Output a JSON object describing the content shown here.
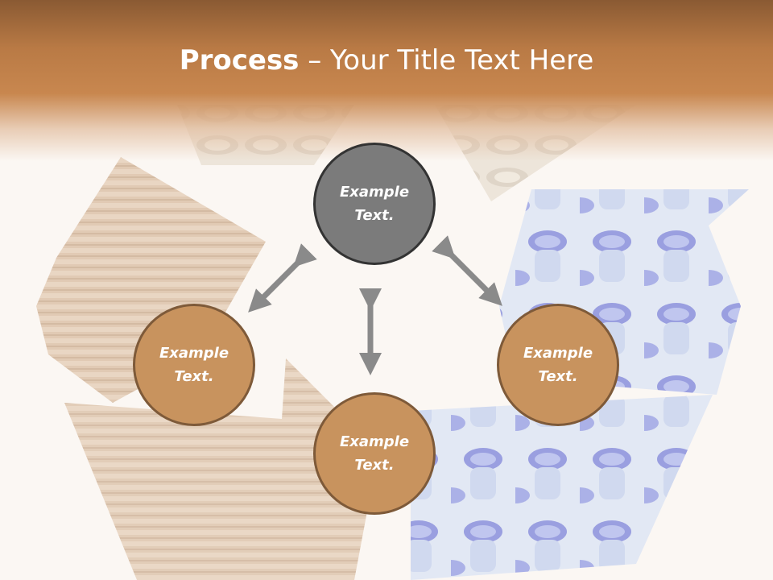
{
  "slide": {
    "title_bold": "Process",
    "title_rest": " – Your Title Text Here"
  },
  "nodes": [
    {
      "id": "top",
      "line1": "Example",
      "line2": "Text.",
      "color": "#7b7b7b"
    },
    {
      "id": "left",
      "line1": "Example",
      "line2": "Text.",
      "color": "#c8935e"
    },
    {
      "id": "right",
      "line1": "Example",
      "line2": "Text.",
      "color": "#c8935e"
    },
    {
      "id": "bottom",
      "line1": "Example",
      "line2": "Text.",
      "color": "#c8935e"
    }
  ],
  "colors": {
    "header": "#b97a45",
    "arrow": "#8a8a8a",
    "background": "#fbf7f3"
  }
}
